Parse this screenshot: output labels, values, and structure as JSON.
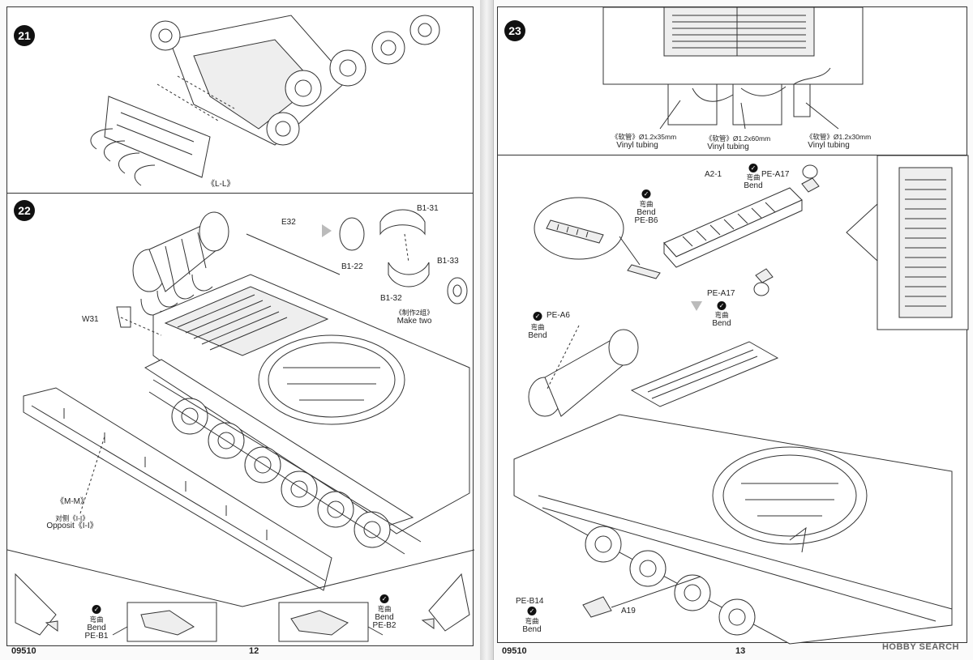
{
  "left_page": {
    "model_code": "09510",
    "page_number": "12",
    "step21": {
      "number": "21",
      "labels": {
        "view": "《L-L》"
      }
    },
    "step22": {
      "number": "22",
      "labels": {
        "e32": "E32",
        "b1_31": "B1-31",
        "b1_22": "B1-22",
        "b1_33": "B1-33",
        "b1_32": "B1-32",
        "w31": "W31",
        "make_two_cn": "《制作2组》",
        "make_two": "Make two",
        "view_mm": "《M-M》",
        "opposite_cn": "对侧《I-I》",
        "opposite": "Opposit《I-I》"
      }
    },
    "bottom": {
      "bend_cn_1": "弯曲",
      "bend_1": "Bend",
      "pe_b1": "PE-B1",
      "bend_cn_2": "弯曲",
      "bend_2": "Bend",
      "pe_b2": "PE-B2"
    }
  },
  "right_page": {
    "model_code": "09510",
    "page_number": "13",
    "step23": {
      "number": "23",
      "tubes": [
        {
          "cn": "《软管》Ø1.2x35mm",
          "en": "Vinyl tubing"
        },
        {
          "cn": "《软管》Ø1.2x60mm",
          "en": "Vinyl tubing"
        },
        {
          "cn": "《软管》Ø1.2x30mm",
          "en": "Vinyl tubing"
        }
      ]
    },
    "step24": {
      "labels": {
        "a2_1": "A2-1",
        "bend_cn_a": "弯曲",
        "bend_a": "Bend",
        "pe_a17_top": "PE-A17",
        "bend_cn_b": "弯曲",
        "bend_b": "Bend",
        "pe_b6": "PE-B6",
        "pe_a17_mid": "PE-A17",
        "bend_cn_c": "弯曲",
        "bend_c": "Bend",
        "pe_a6": "PE-A6",
        "bend_cn_d": "弯曲",
        "bend_d": "Bend",
        "pe_b14": "PE-B14",
        "a19": "A19",
        "bend_cn_e": "弯曲",
        "bend_e": "Bend"
      }
    },
    "watermark": "HOBBY SEARCH"
  }
}
